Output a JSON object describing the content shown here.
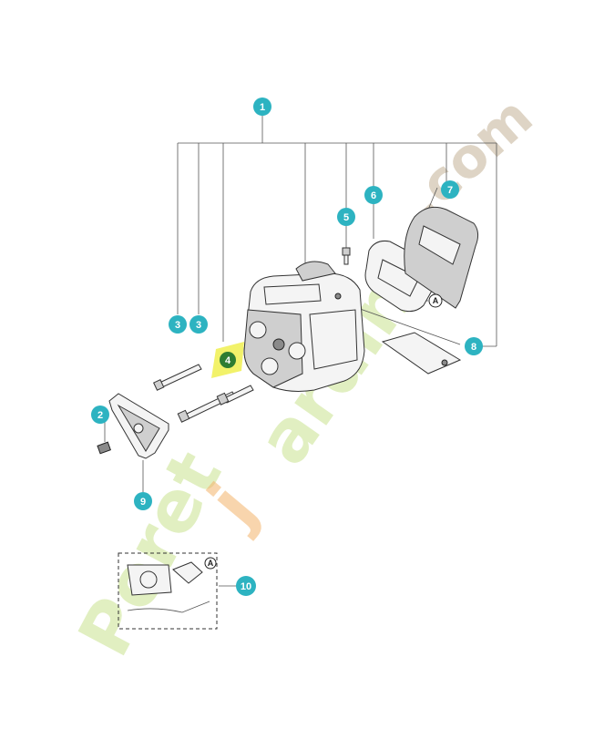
{
  "watermark": {
    "part1": "Peret",
    "part2": "j",
    "part3": "ardin",
    "part4": ".com"
  },
  "callouts": [
    {
      "id": "1",
      "label": "1"
    },
    {
      "id": "2",
      "label": "2"
    },
    {
      "id": "3a",
      "label": "3"
    },
    {
      "id": "3b",
      "label": "3"
    },
    {
      "id": "4",
      "label": "4"
    },
    {
      "id": "5",
      "label": "5"
    },
    {
      "id": "6",
      "label": "6"
    },
    {
      "id": "7",
      "label": "7"
    },
    {
      "id": "8",
      "label": "8"
    },
    {
      "id": "9",
      "label": "9"
    },
    {
      "id": "10",
      "label": "10"
    }
  ],
  "references": {
    "a_main": "A",
    "a_kit": "A"
  },
  "colors": {
    "callout": "#2db3c1",
    "highlight": "#f2f26a",
    "highlight_circle": "#2e7d32"
  }
}
